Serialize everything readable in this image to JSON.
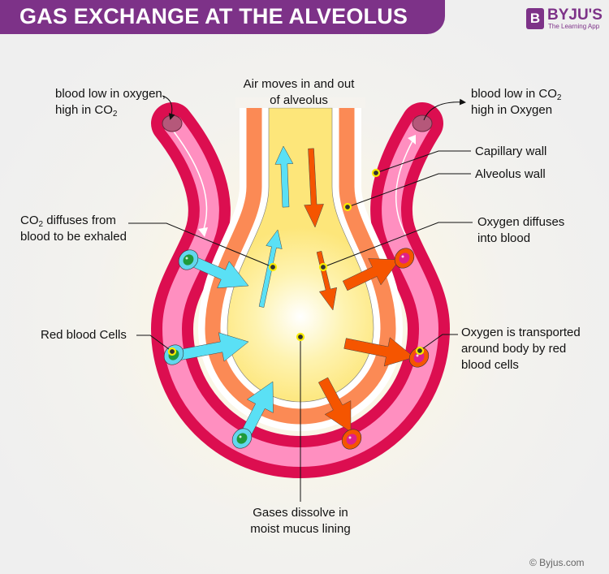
{
  "header": {
    "title": "GAS EXCHANGE AT THE ALVEOLUS"
  },
  "logo": {
    "mark": "B",
    "name": "BYJU'S",
    "tagline": "The Learning App"
  },
  "labels": {
    "blood_low_oxygen": {
      "line1": "blood low in oxygen,",
      "line2_prefix": "high in CO",
      "line2_sub": "2"
    },
    "air_moves": {
      "line1": "Air moves in and out",
      "line2": "of alveolus"
    },
    "blood_low_co2": {
      "line1_prefix": "blood low in CO",
      "line1_sub": "2",
      "line2": "high in Oxygen"
    },
    "capillary_wall": "Capillary wall",
    "alveolus_wall": "Alveolus wall",
    "co2_diffuses": {
      "line1_prefix": "CO",
      "line1_sub": "2",
      "line1_suffix": " diffuses from",
      "line2": "blood to be exhaled"
    },
    "oxygen_diffuses": {
      "line1": "Oxygen diffuses",
      "line2": "into blood"
    },
    "red_blood_cells": "Red blood Cells",
    "oxygen_transported": {
      "line1": "Oxygen is transported",
      "line2": "around body by red",
      "line3": "blood cells"
    },
    "gases_dissolve": {
      "line1": "Gases dissolve in",
      "line2": "moist mucus lining"
    }
  },
  "footer": {
    "copyright": "© Byjus.com"
  },
  "colors": {
    "purple": "#7d3288",
    "crimson": "#dc0e50",
    "pink": "#ff8fc0",
    "orange_wall": "#fb8a55",
    "cavity": "#fde67a",
    "co2_arrow": "#5ae0f5",
    "o2_arrow": "#f55500",
    "marker": "#f7ea00"
  }
}
